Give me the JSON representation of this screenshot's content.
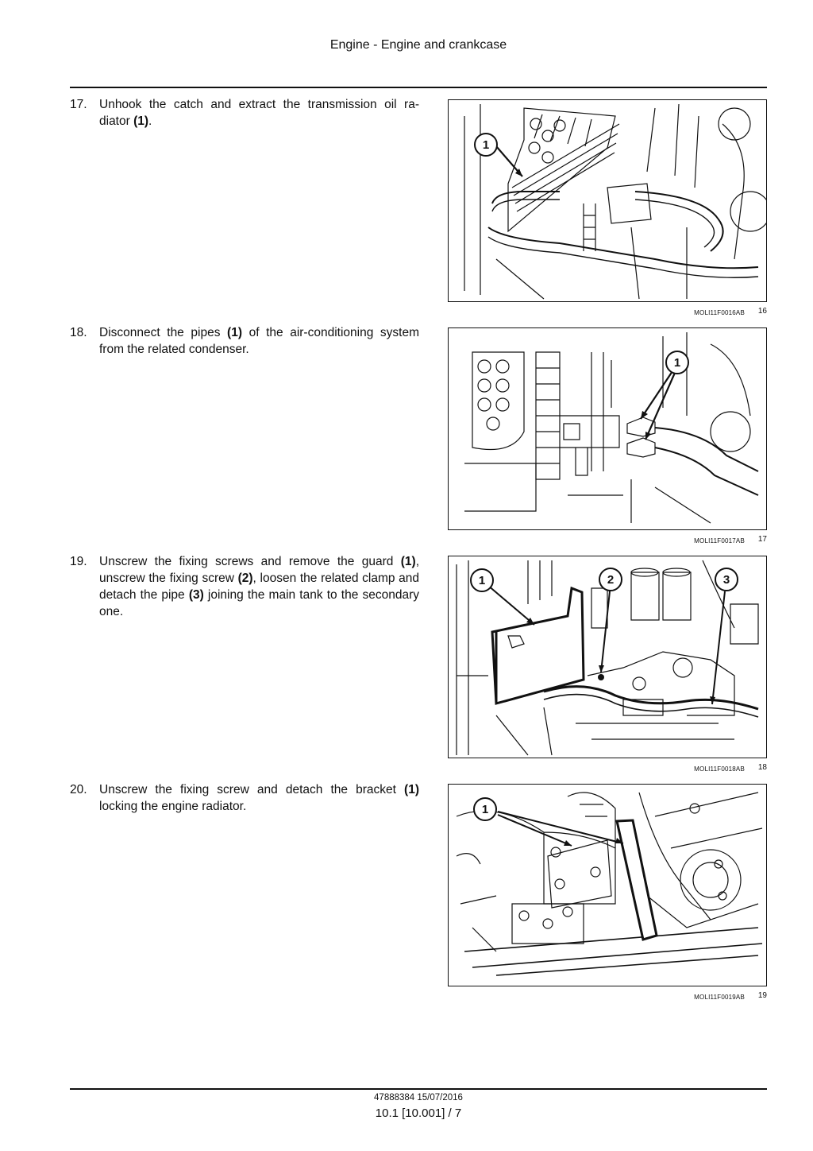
{
  "header": {
    "title": "Engine - Engine and crankcase"
  },
  "steps": [
    {
      "number": "17.",
      "parts": [
        "Unhook the catch and extract the transmission oil ra- diator ",
        "(1)",
        "."
      ],
      "figure": {
        "code": "MOLI11F0016AB",
        "number": "16",
        "callouts": [
          "1"
        ]
      }
    },
    {
      "number": "18.",
      "parts": [
        "Disconnect the pipes ",
        "(1)",
        " of the air-conditioning system from the related condenser."
      ],
      "figure": {
        "code": "MOLI11F0017AB",
        "number": "17",
        "callouts": [
          "1"
        ]
      }
    },
    {
      "number": "19.",
      "parts": [
        "Unscrew the fixing screws and remove the guard ",
        "(1)",
        ", unscrew the fixing screw ",
        "(2)",
        ", loosen the related clamp and detach the pipe ",
        "(3)",
        " joining the main tank to the secondary one."
      ],
      "figure": {
        "code": "MOLI11F0018AB",
        "number": "18",
        "callouts": [
          "1",
          "2",
          "3"
        ]
      }
    },
    {
      "number": "20.",
      "parts": [
        "Unscrew the fixing screw and detach the bracket ",
        "(1)",
        " locking the engine radiator."
      ],
      "figure": {
        "code": "MOLI11F0019AB",
        "number": "19",
        "callouts": [
          "1"
        ]
      }
    }
  ],
  "footer": {
    "doc_ref": "47888384 15/07/2016",
    "page_ref": "10.1 [10.001] / 7"
  }
}
